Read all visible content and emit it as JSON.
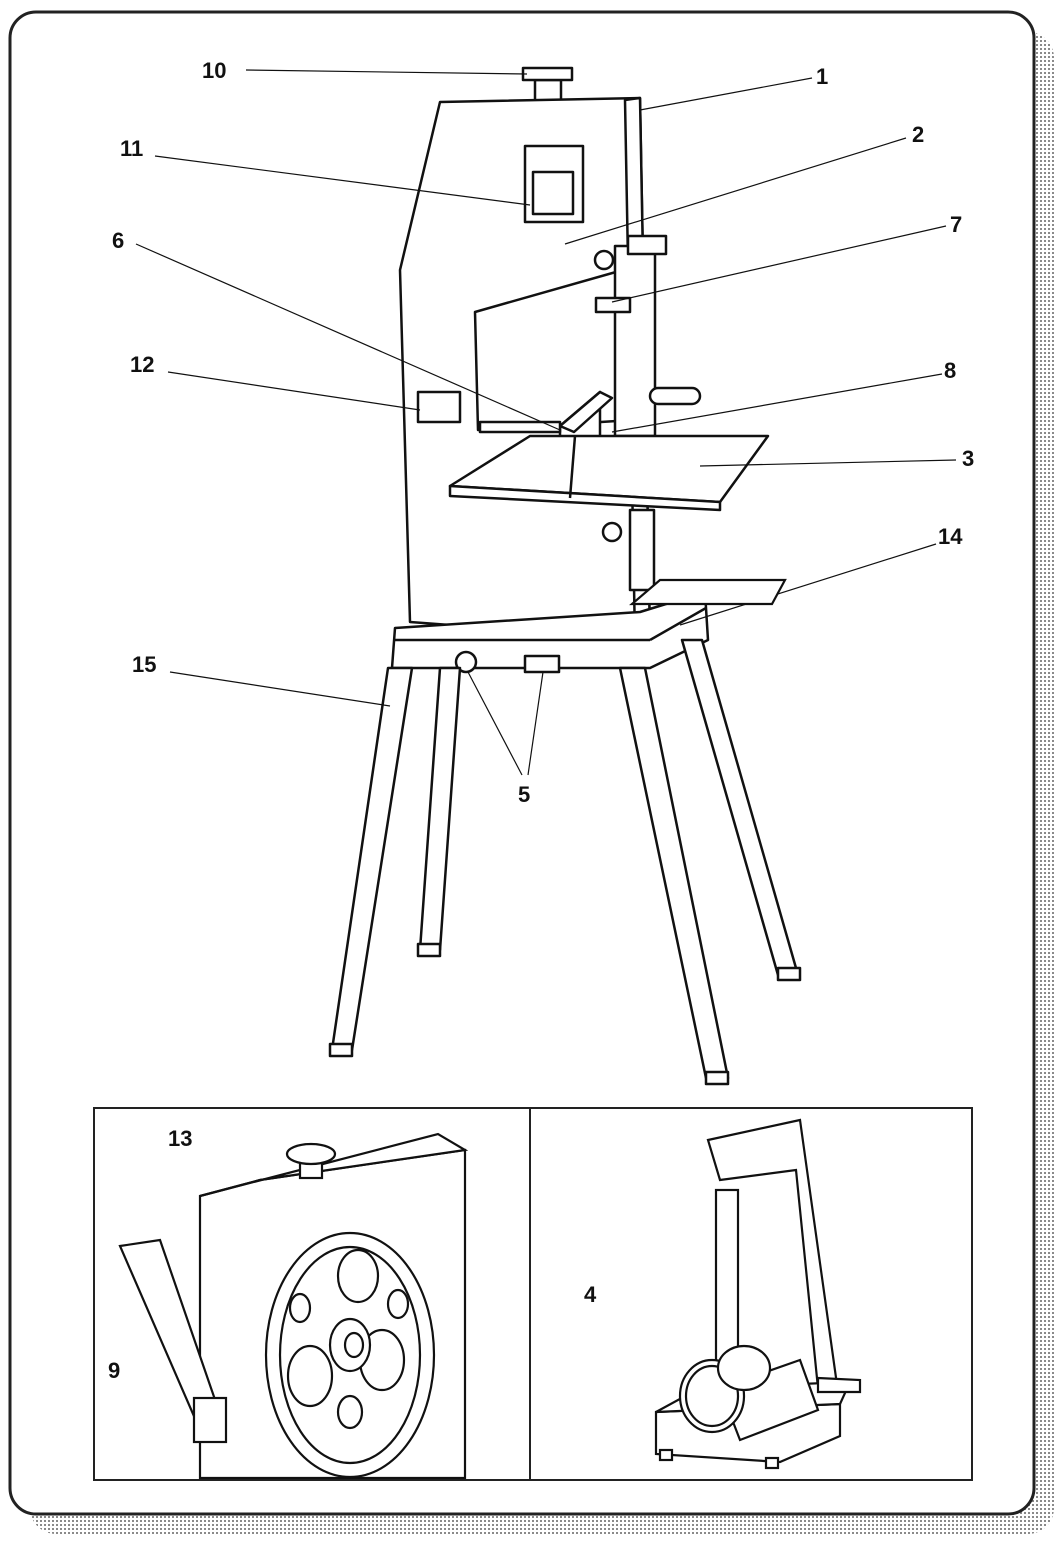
{
  "diagram": {
    "callouts": [
      {
        "id": "1",
        "label": "1"
      },
      {
        "id": "2",
        "label": "2"
      },
      {
        "id": "3",
        "label": "3"
      },
      {
        "id": "4",
        "label": "4"
      },
      {
        "id": "5",
        "label": "5"
      },
      {
        "id": "6",
        "label": "6"
      },
      {
        "id": "7",
        "label": "7"
      },
      {
        "id": "8",
        "label": "8"
      },
      {
        "id": "9",
        "label": "9"
      },
      {
        "id": "10",
        "label": "10"
      },
      {
        "id": "11",
        "label": "11"
      },
      {
        "id": "12",
        "label": "12"
      },
      {
        "id": "13",
        "label": "13"
      },
      {
        "id": "14",
        "label": "14"
      },
      {
        "id": "15",
        "label": "15"
      }
    ],
    "colors": {
      "line": "#111111",
      "panel_border": "#222222",
      "shadow": "#9a9a9a"
    }
  }
}
